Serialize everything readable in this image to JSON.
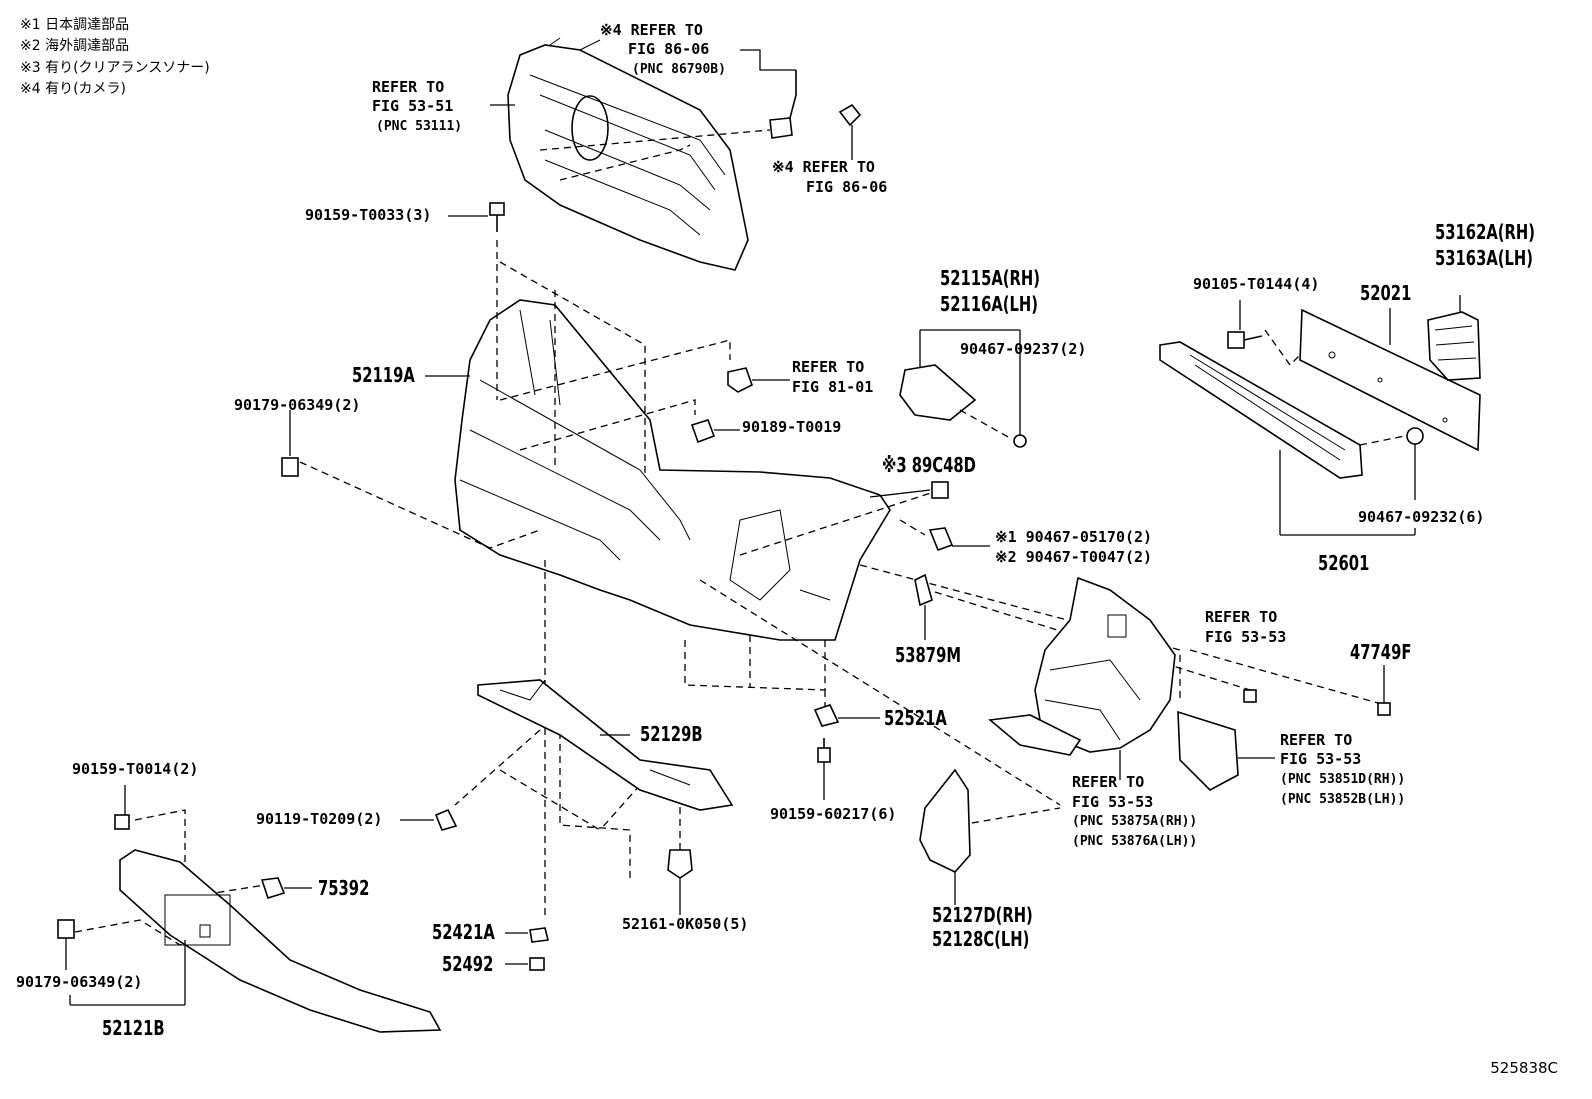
{
  "notes": [
    "※1 日本調達部品",
    "※2 海外調達部品",
    "※3 有り(クリアランスソナー)",
    "※4 有り(カメラ)"
  ],
  "labels": {
    "ref_53_51": [
      "REFER TO",
      "FIG 53-51",
      "(PNC 53111)"
    ],
    "ref_86_06_top": [
      "※4 REFER TO",
      "FIG 86-06",
      "(PNC 86790B)"
    ],
    "ref_86_06_mid": [
      "※4 REFER TO",
      "FIG 86-06"
    ],
    "p90159_T0033": "90159-T0033(3)",
    "p52115A": "52115A(RH)",
    "p52116A": "52116A(LH)",
    "p90467_09237": "90467-09237(2)",
    "ref_81_01": [
      "REFER TO",
      "FIG 81-01"
    ],
    "p52119A": "52119A",
    "p90179_06349_top": "90179-06349(2)",
    "p90189_T0019": "90189-T0019",
    "p89C48D": "※3 89C48D",
    "p90467_05170": "※1 90467-05170(2)",
    "p90467_T0047": "※2 90467-T0047(2)",
    "p53162A": "53162A(RH)",
    "p53163A": "53163A(LH)",
    "p90105_T0144": "90105-T0144(4)",
    "p52021": "52021",
    "p90467_09232": "90467-09232(6)",
    "p52601": "52601",
    "p53879M": "53879M",
    "ref_53_53_a": [
      "REFER TO",
      "FIG 53-53"
    ],
    "p47749F": "47749F",
    "ref_53_53_b": [
      "REFER TO",
      "FIG 53-53",
      "(PNC 53851D(RH))",
      "(PNC 53852B(LH))"
    ],
    "p52521A": "52521A",
    "p52129B": "52129B",
    "p90159_T0014": "90159-T0014(2)",
    "p90119_T0209": "90119-T0209(2)",
    "p90159_60217": "90159-60217(6)",
    "ref_53_53_c": [
      "REFER TO",
      "FIG 53-53",
      "(PNC 53875A(RH))",
      "(PNC 53876A(LH))"
    ],
    "p75392": "75392",
    "p52127D": "52127D(RH)",
    "p52128C": "52128C(LH)",
    "p52421A": "52421A",
    "p52161_0K050": "52161-0K050(5)",
    "p52492": "52492",
    "p90179_06349_bot": "90179-06349(2)",
    "p52121B": "52121B"
  },
  "diagram_code": "525838C"
}
